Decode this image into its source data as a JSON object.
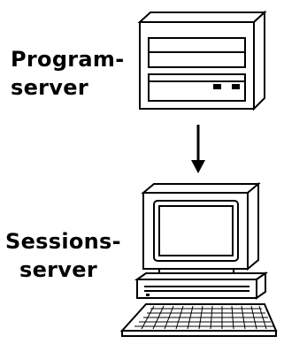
{
  "labels": {
    "program_server_line1": "Program-",
    "program_server_line2": "server",
    "sessions_server_line1": "Sessions-",
    "sessions_server_line2": "server"
  },
  "colors": {
    "stroke": "#000000",
    "fill": "#ffffff"
  },
  "icons": {
    "program_server": "server-tower-icon",
    "arrow": "arrow-down-icon",
    "sessions_server": "desktop-computer-icon"
  }
}
